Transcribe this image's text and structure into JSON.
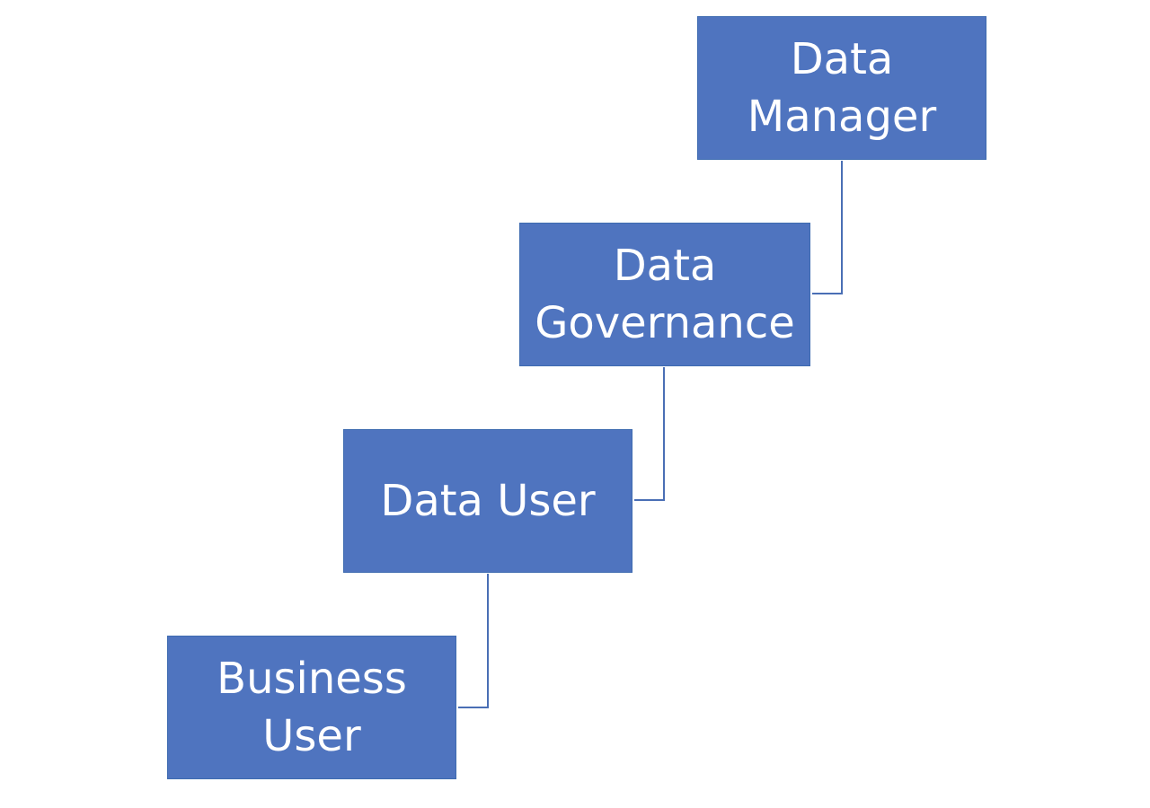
{
  "diagram": {
    "fill_color": "#4f74bf",
    "connector_color": "#4a6fb5",
    "nodes": [
      {
        "id": "data-manager",
        "label": "Data\nManager"
      },
      {
        "id": "data-governance",
        "label": "Data\nGovernance"
      },
      {
        "id": "data-user",
        "label": "Data User"
      },
      {
        "id": "business-user",
        "label": "Business\nUser"
      }
    ]
  }
}
